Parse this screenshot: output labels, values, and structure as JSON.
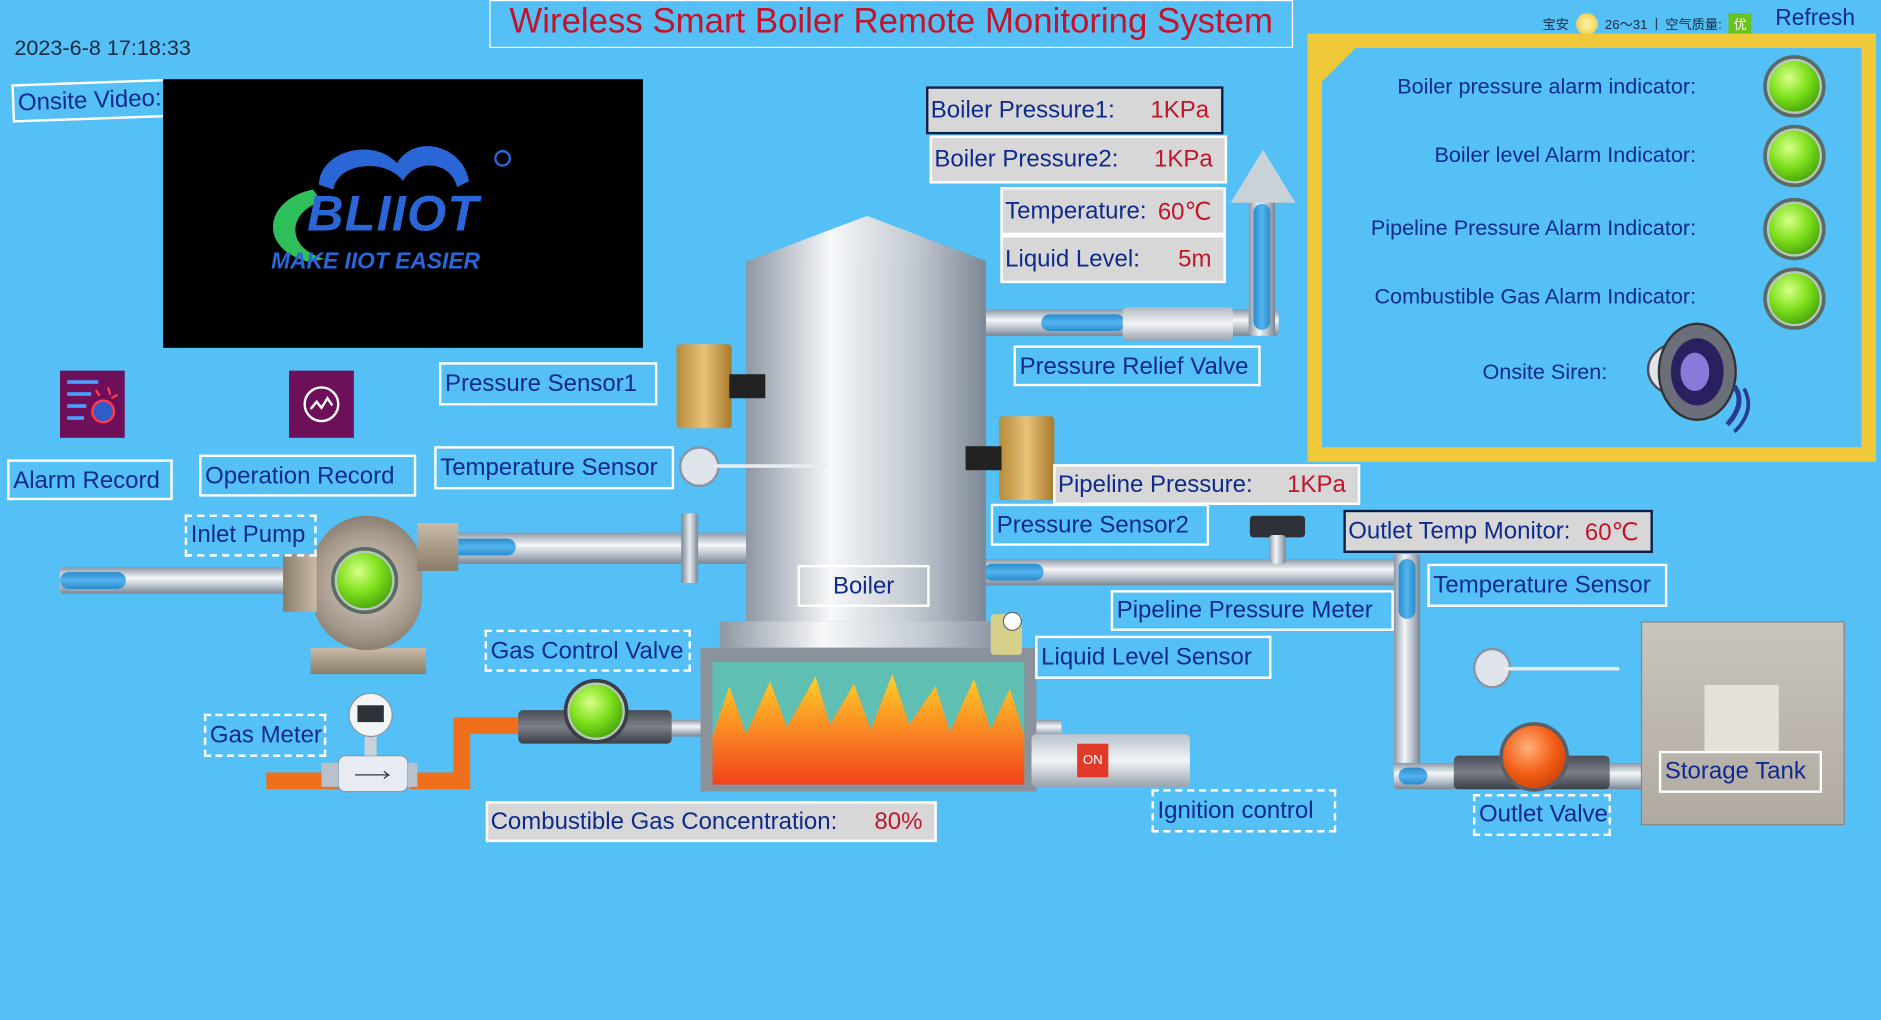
{
  "title": "Wireless Smart Boiler Remote Monitoring System",
  "datetime": "2023-6-8 17:18:33",
  "weather": {
    "city": "宝安",
    "temp": "26～31",
    "aq_label": "空气质量:",
    "aq_value": "优"
  },
  "refresh_label": "Refresh",
  "video": {
    "label": "Onsite Video:",
    "logo_text": "BLIIOT",
    "logo_slogan": "MAKE IIOT EASIER"
  },
  "nav": {
    "alarm_record": "Alarm Record",
    "operation_record": "Operation Record"
  },
  "readouts": {
    "boiler_pressure1": {
      "label": "Boiler Pressure1:",
      "value": "1KPa"
    },
    "boiler_pressure2": {
      "label": "Boiler Pressure2:",
      "value": "1KPa"
    },
    "temperature": {
      "label": "Temperature:",
      "value": "60℃"
    },
    "liquid_level": {
      "label": "Liquid Level:",
      "value": "5m"
    },
    "pipeline_pressure": {
      "label": "Pipeline Pressure:",
      "value": "1KPa"
    },
    "outlet_temp": {
      "label": "Outlet Temp Monitor:",
      "value": "60℃"
    },
    "gas_concentration": {
      "label": "Combustible Gas Concentration:",
      "value": "80%"
    }
  },
  "alarms": {
    "boiler_pressure": "Boiler pressure alarm indicator:",
    "boiler_level": "Boiler level Alarm Indicator:",
    "pipeline_pressure": "Pipeline Pressure Alarm Indicator:",
    "gas": "Combustible Gas Alarm Indicator:",
    "siren": "Onsite Siren:"
  },
  "labels": {
    "pressure_sensor1": "Pressure Sensor1",
    "temperature_sensor": "Temperature Sensor",
    "inlet_pump": "Inlet Pump",
    "gas_control_valve": "Gas Control Valve",
    "gas_meter": "Gas Meter",
    "boiler": "Boiler",
    "pressure_relief_valve": "Pressure Relief Valve",
    "pressure_sensor2": "Pressure Sensor2",
    "pipeline_pressure_meter": "Pipeline Pressure Meter",
    "liquid_level_sensor": "Liquid Level Sensor",
    "temperature_sensor_outlet": "Temperature Sensor",
    "ignition_control": "Ignition control",
    "outlet_valve": "Outlet Valve",
    "storage_tank": "Storage Tank",
    "ignition_switch": "ON"
  },
  "colors": {
    "background": "#55c0f6",
    "value_red": "#c0152a",
    "label_blue": "#0e2a8c",
    "alarm_green": "#7ee01c"
  }
}
